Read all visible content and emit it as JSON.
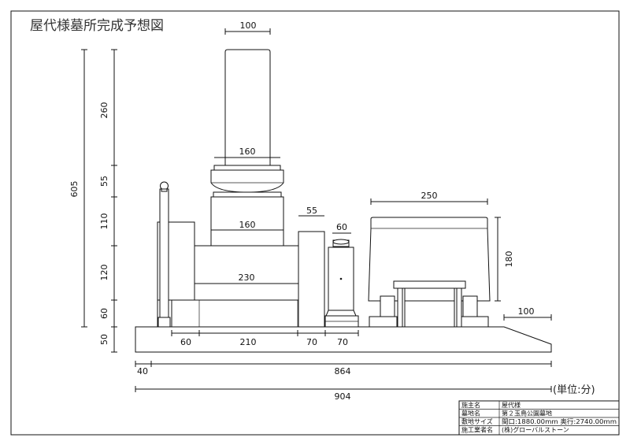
{
  "title": "屋代様墓所完成予想図",
  "unit_label": "(単位:分)",
  "dimensions": {
    "top_width": "100",
    "collar_width": "160",
    "base_upper_width": "160",
    "base_lower_width": "230",
    "side_stone_width": "55",
    "lantern_width": "60",
    "monument_width": "250",
    "monument_height": "180",
    "right_step": "100",
    "h_shaft": "260",
    "h_collar": "55",
    "h_upper": "110",
    "h_lower": "120",
    "h_plinth": "60",
    "h_base": "50",
    "h_total": "605",
    "b_60": "60",
    "b_210": "210",
    "b_70a": "70",
    "b_70b": "70",
    "offset_40": "40",
    "w_864": "864",
    "w_904": "904"
  },
  "title_block": {
    "rows": [
      {
        "label": "施主名",
        "value": "屋代様"
      },
      {
        "label": "墓地名",
        "value": "第２玉鳥公園墓地"
      },
      {
        "label": "敷地サイズ",
        "value": "間口:1880.00mm 奥行:2740.00mm"
      },
      {
        "label": "施工業者名",
        "value": "(株)グローバルストーン"
      }
    ]
  }
}
